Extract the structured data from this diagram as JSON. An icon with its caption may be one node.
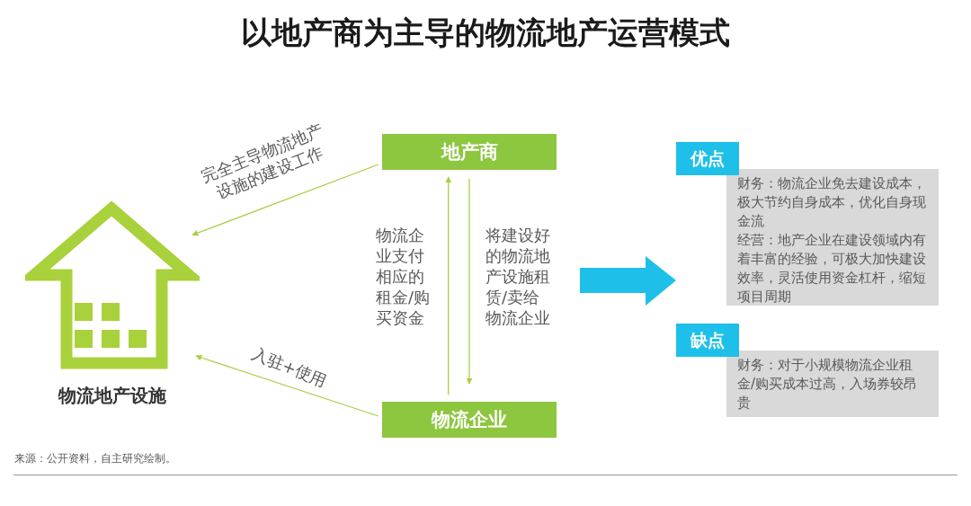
{
  "diagram": {
    "title": "以地产商为主导的物流地产运营模式",
    "nodes": [
      {
        "text": [
          "地产商"
        ]
      },
      {
        "text": [
          "物流企业"
        ]
      },
      {
        "text": [
          "物流地产设施"
        ]
      },
      {
        "text": [
          "优点",
          "财务：物流企业免去建设成本，极大节约自身成本，优化自身现金流",
          "经营：地产企业在建设领域内有着丰富的经验，可极大加快建设效率，灵活使用资金杠杆，缩短项目周期"
        ]
      },
      {
        "text": [
          "缺点",
          "财务：对于小规模物流企业租金/购买成本过高，入场券较昂贵"
        ]
      }
    ],
    "edges": [
      {
        "from": 0,
        "to": 2,
        "arrow": "to",
        "label": "完全主导物流地产设施的建设工作"
      },
      {
        "from": 1,
        "to": 2,
        "arrow": "to",
        "label": "入驻+使用"
      },
      {
        "from": 1,
        "to": 0,
        "arrow": "to",
        "label": "物流企业支付相应的租金/购买资金"
      },
      {
        "from": 0,
        "to": 1,
        "arrow": "to",
        "label": "将建设好的物流地产设施租赁/卖给物流企业"
      }
    ],
    "labels": [
      "来源：公开资料，自主研究绘制。"
    ]
  }
}
